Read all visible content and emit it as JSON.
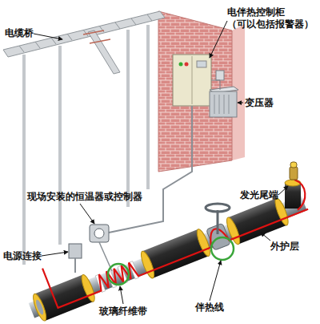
{
  "diagram": {
    "labels": [
      "电缆桥",
      "电伴热控制柜 （可以包括报警器）",
      "变压器",
      "发光尾端",
      "现场安装的恒温器或控制器",
      "外护层",
      "电源连接",
      "伴热线",
      "玻璃纤维带"
    ]
  }
}
